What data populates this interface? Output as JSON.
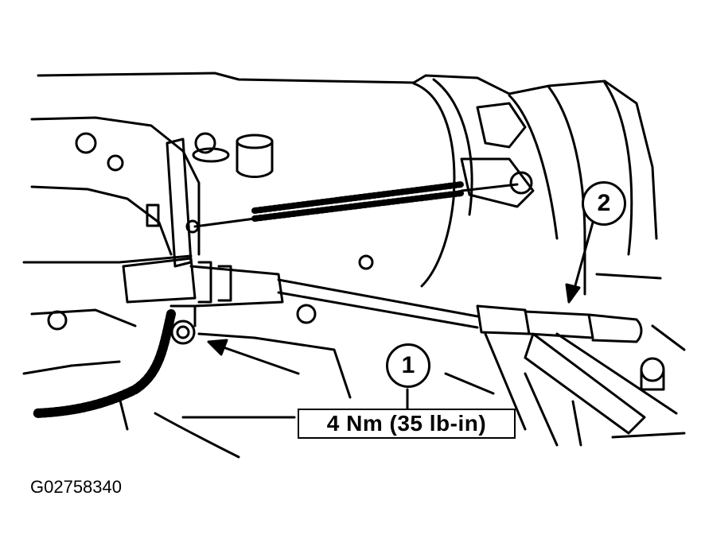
{
  "callouts": [
    {
      "number": "1"
    },
    {
      "number": "2"
    }
  ],
  "torque_spec": "4 Nm (35 lb-in)",
  "figure_id": "G02758340",
  "colors": {
    "line": "#000000",
    "background": "#ffffff"
  }
}
